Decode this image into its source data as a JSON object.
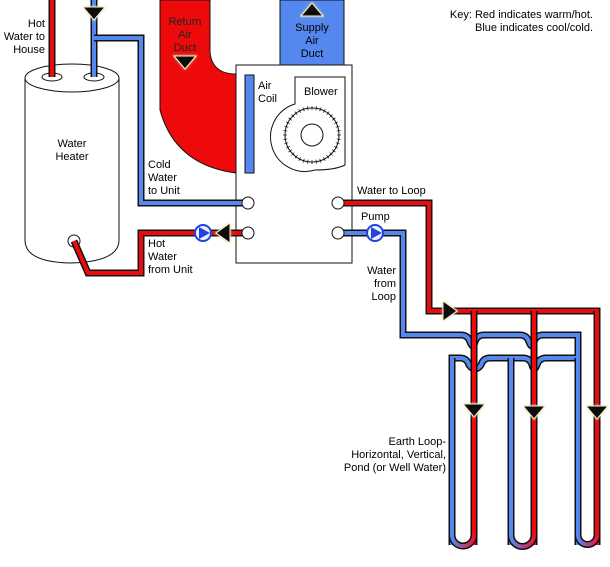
{
  "colors": {
    "hot": "#ee0a0a",
    "cold": "#5588ee",
    "outline": "#111111",
    "pump_fill": "#2244dd",
    "background": "#ffffff"
  },
  "key": {
    "line1": "Key: Red indicates warm/hot.",
    "line2": "Blue indicates cool/cold."
  },
  "labels": {
    "hot_water_to_house": "Hot\nWater to\nHouse",
    "water_heater": "Water\nHeater",
    "return_air_duct": "Return\nAir\nDuct",
    "supply_air_duct": "Supply\nAir\nDuct",
    "air_coil": "Air\nCoil",
    "blower": "Blower",
    "cold_water_to_unit": "Cold\nWater\nto Unit",
    "hot_water_from_unit": "Hot\nWater\nfrom Unit",
    "water_to_loop": "Water to Loop",
    "pump": "Pump",
    "water_from_loop": "Water\nfrom\nLoop",
    "earth_loop": "Earth Loop-\nHorizontal, Vertical,\nPond (or Well Water)"
  },
  "icons": {
    "flow_arrow": "triangle",
    "pump": "circle-with-triangle",
    "port": "circle"
  }
}
